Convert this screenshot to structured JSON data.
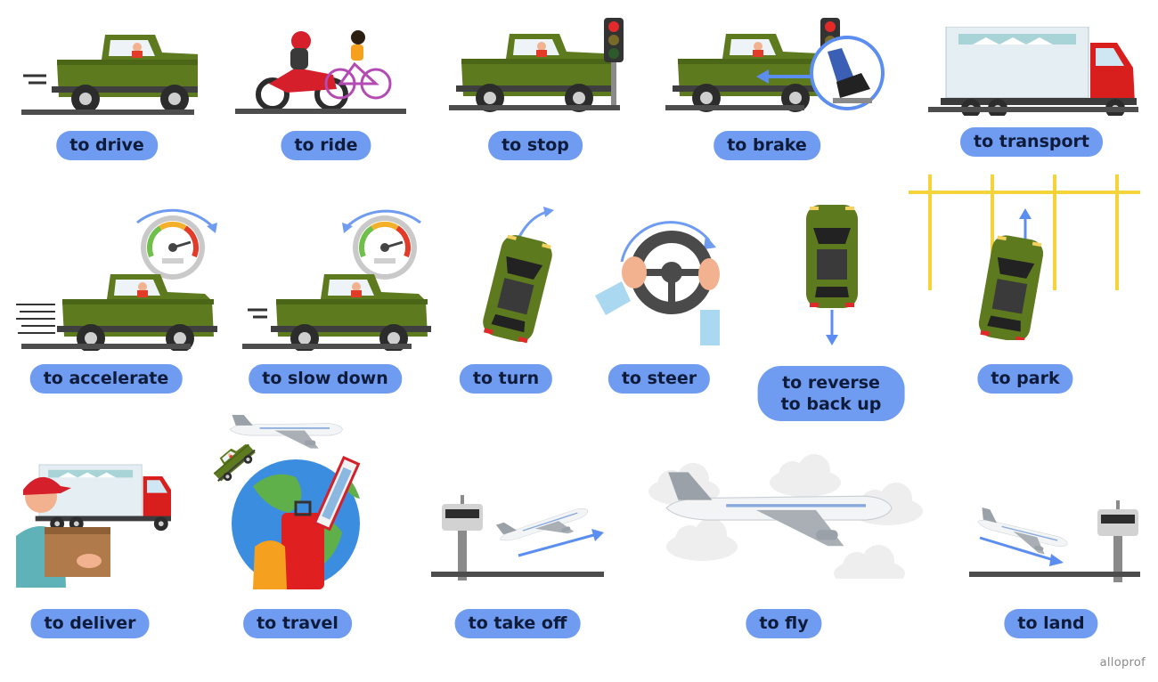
{
  "labels": {
    "drive": "to drive",
    "ride": "to ride",
    "stop": "to stop",
    "brake": "to brake",
    "transport": "to transport",
    "accelerate": "to accelerate",
    "slow_down": "to slow down",
    "turn": "to turn",
    "steer": "to steer",
    "reverse_line1": "to reverse",
    "reverse_line2": "to back up",
    "park": "to park",
    "deliver": "to deliver",
    "travel": "to travel",
    "take_off": "to take off",
    "fly": "to fly",
    "land": "to land"
  },
  "brand": "alloprof",
  "colors": {
    "label_bg": "#6f9cf0",
    "label_text": "#0f1b3a",
    "car_green": "#5d7a1f",
    "road": "#4d4d4d",
    "truck_red": "#d91e1e",
    "arrow_blue": "#5b8ef0",
    "park_lines": "#f5d33b"
  },
  "icons": [
    "jeep-icon",
    "motorcycle-icon",
    "bicycle-icon",
    "traffic-light-icon",
    "foot-pedal-icon",
    "truck-icon",
    "speedometer-icon",
    "steering-wheel-icon",
    "car-top-view-icon",
    "delivery-person-icon",
    "globe-icon",
    "luggage-icon",
    "airplane-icon",
    "control-tower-icon",
    "cloud-icon"
  ]
}
